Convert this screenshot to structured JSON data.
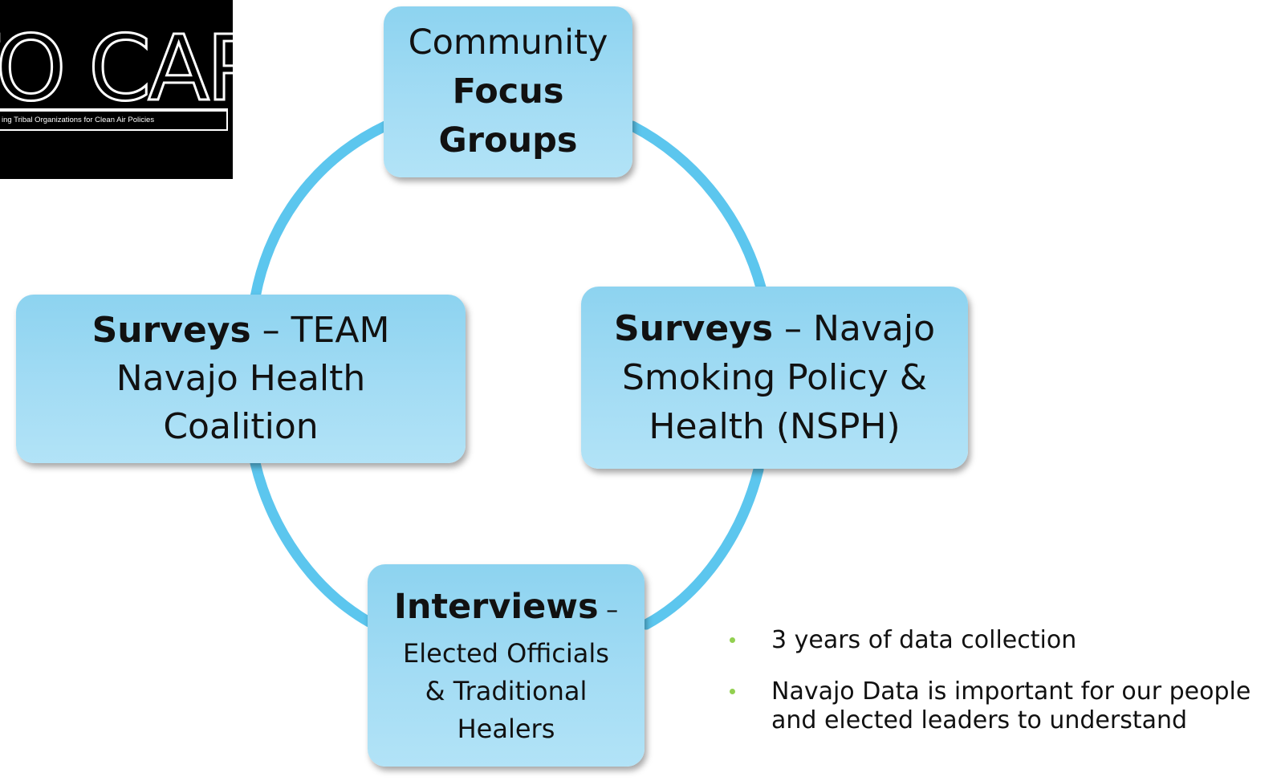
{
  "logo": {
    "wordmark": "TO CAP",
    "tagline": "ing Tribal Organizations for Clean Air Policies"
  },
  "colors": {
    "box_fill": "#a3dcf4",
    "ring": "#5cc6ee",
    "bullet": "#92d050",
    "text": "#111111"
  },
  "diagram": {
    "nodes": {
      "top": {
        "line1": "Community",
        "line2": "Focus",
        "line3": "Groups"
      },
      "left": {
        "bold": "Surveys",
        "rest1": " – TEAM",
        "line2": "Navajo Health",
        "line3": "Coalition"
      },
      "right": {
        "bold": "Surveys",
        "rest1": " – Navajo",
        "line2": "Smoking Policy &",
        "line3": "Health  (NSPH)"
      },
      "bottom": {
        "bold": "Interviews",
        "rest1": " –",
        "line2": "Elected Officials",
        "line3": "& Traditional",
        "line4": "Healers"
      }
    }
  },
  "notes": {
    "items": [
      {
        "text": "3 years of data collection"
      },
      {
        "text": "Navajo Data is important for our people and elected leaders to understand"
      }
    ]
  }
}
